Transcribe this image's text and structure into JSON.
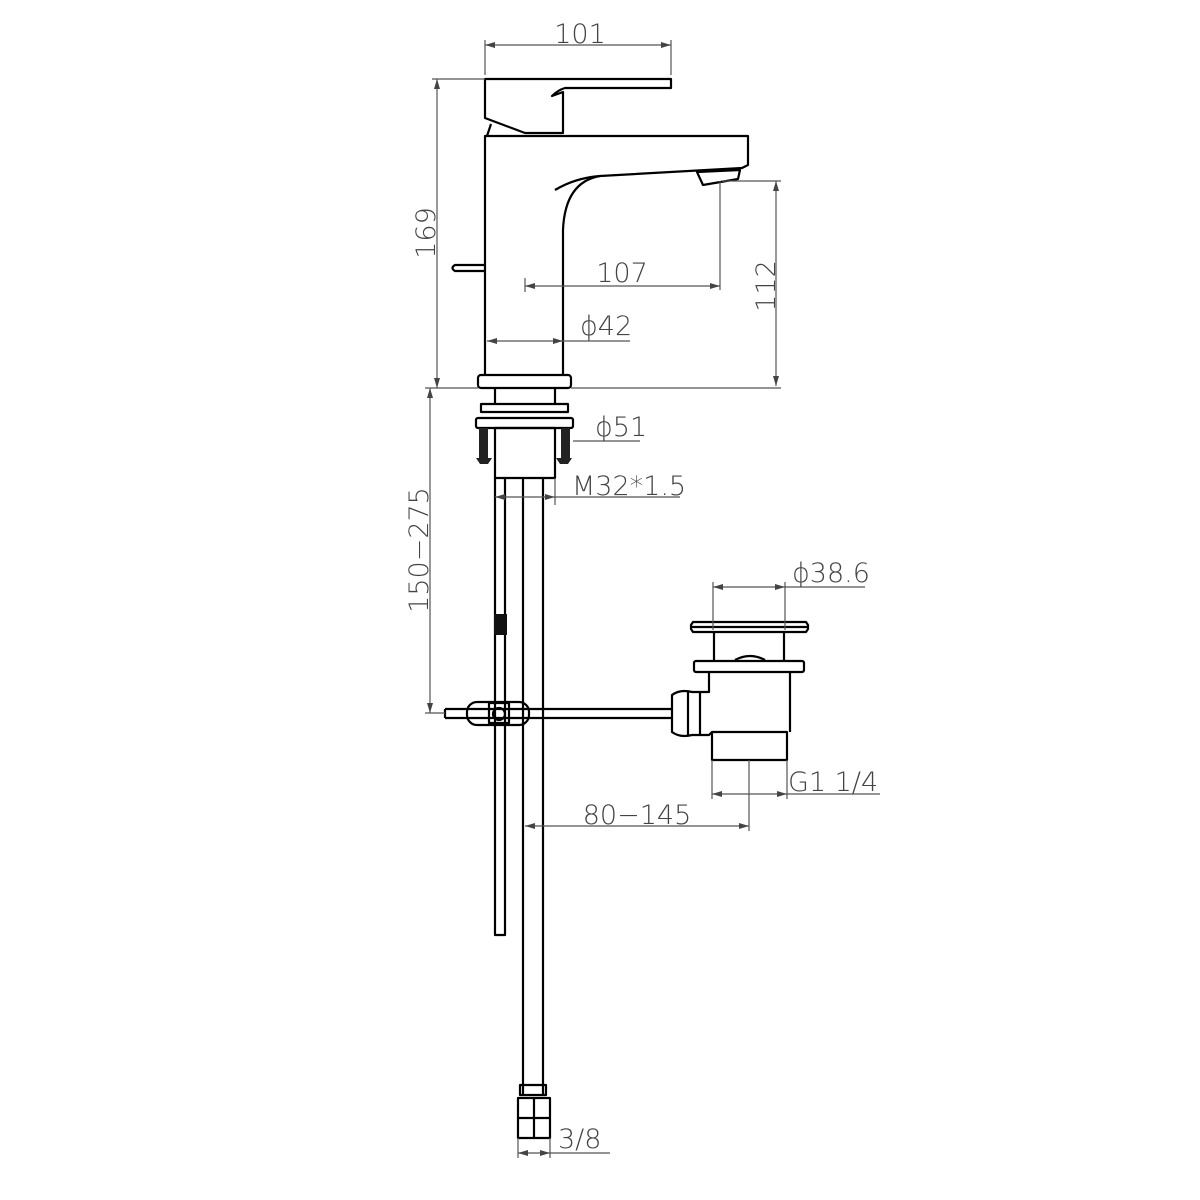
{
  "drawing": {
    "title": "Basin mixer with pop-up waste - dimension drawing",
    "dimensions": {
      "total_width": "101",
      "total_height": "169",
      "spout_reach": "107",
      "spout_height": "112",
      "body_diameter": "ϕ42",
      "base_diameter": "ϕ51",
      "shank_thread": "M32*1.5",
      "below_deck": "150−275",
      "waste_diameter": "ϕ38.6",
      "waste_thread": "G1 1/4",
      "waste_distance": "80−145",
      "hose_connection": "3/8"
    }
  }
}
